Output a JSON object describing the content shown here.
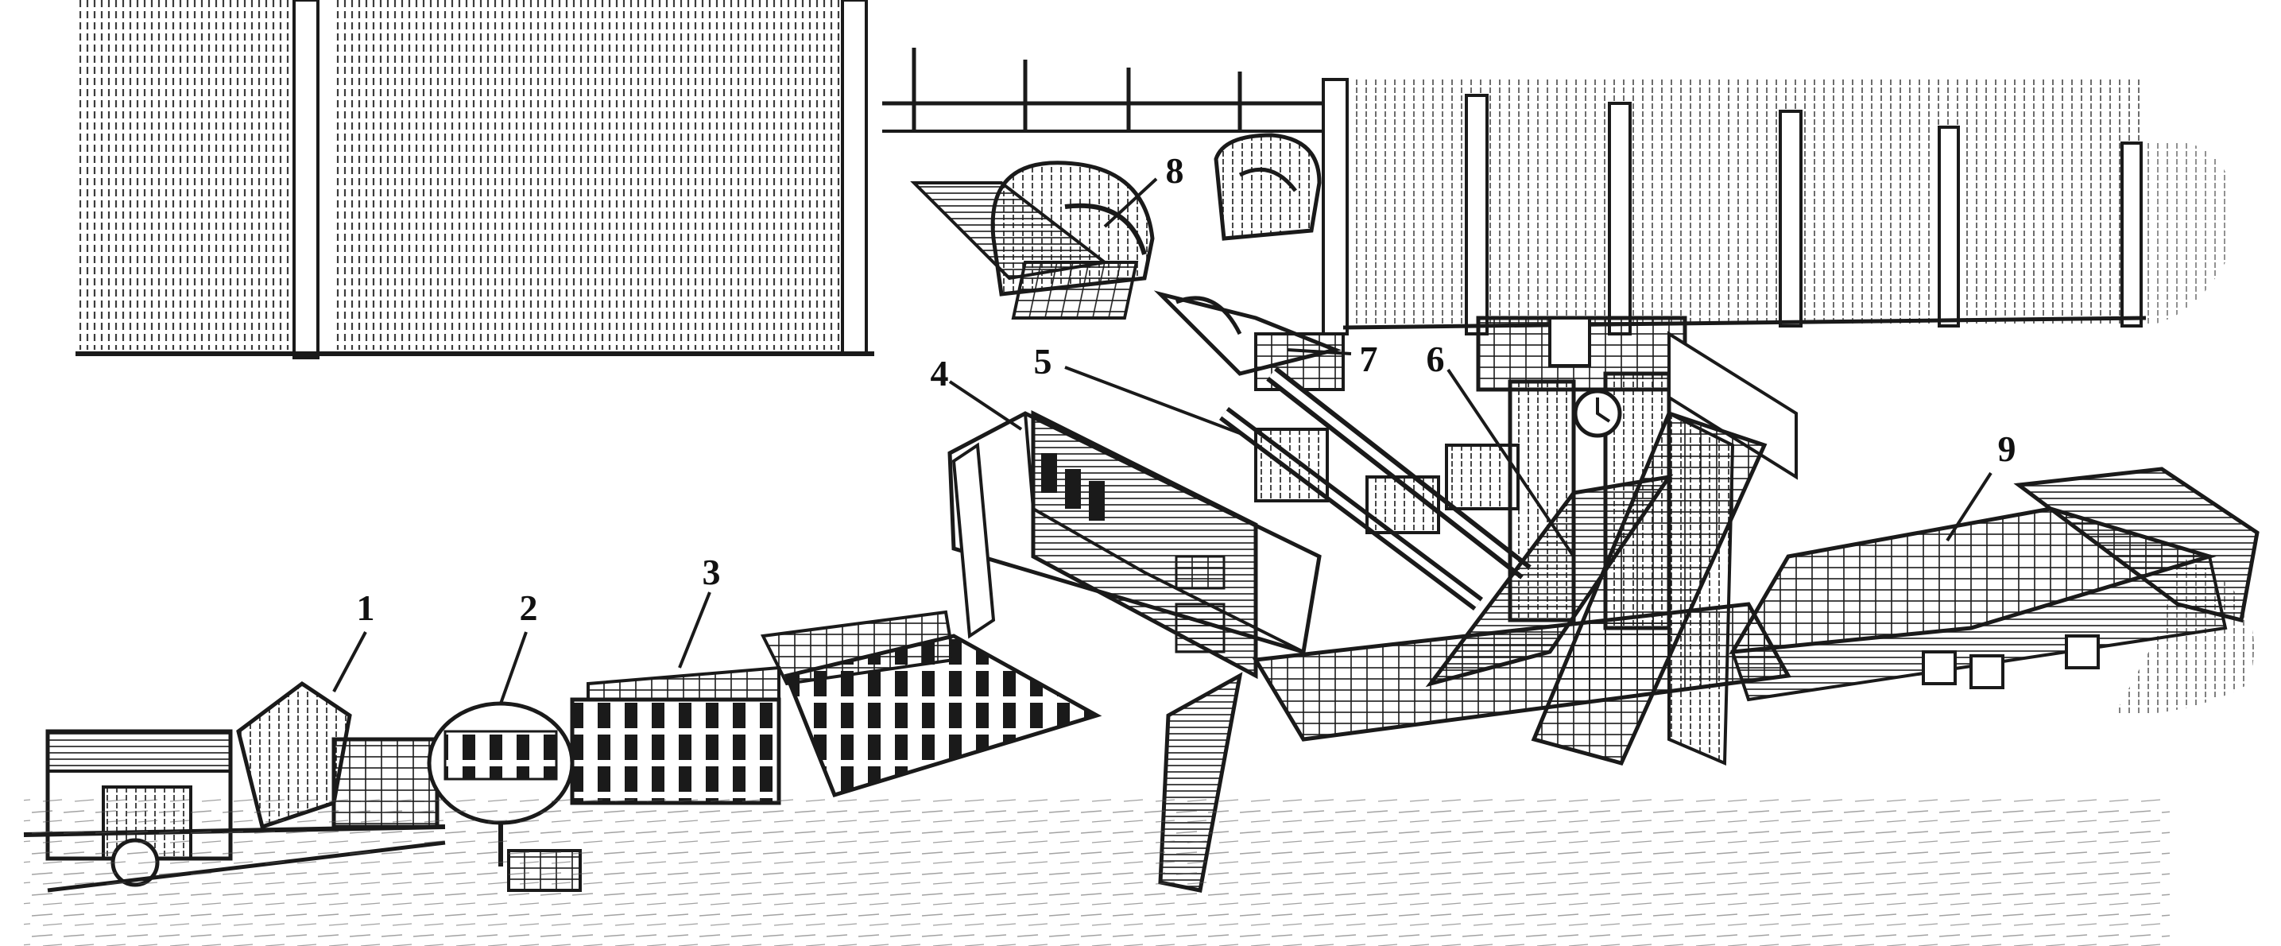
{
  "figure": {
    "ink_color": "#1a1a1a",
    "paper_color": "#ffffff",
    "callouts": [
      "1",
      "2",
      "3",
      "4",
      "5",
      "6",
      "7",
      "8",
      "9"
    ]
  }
}
